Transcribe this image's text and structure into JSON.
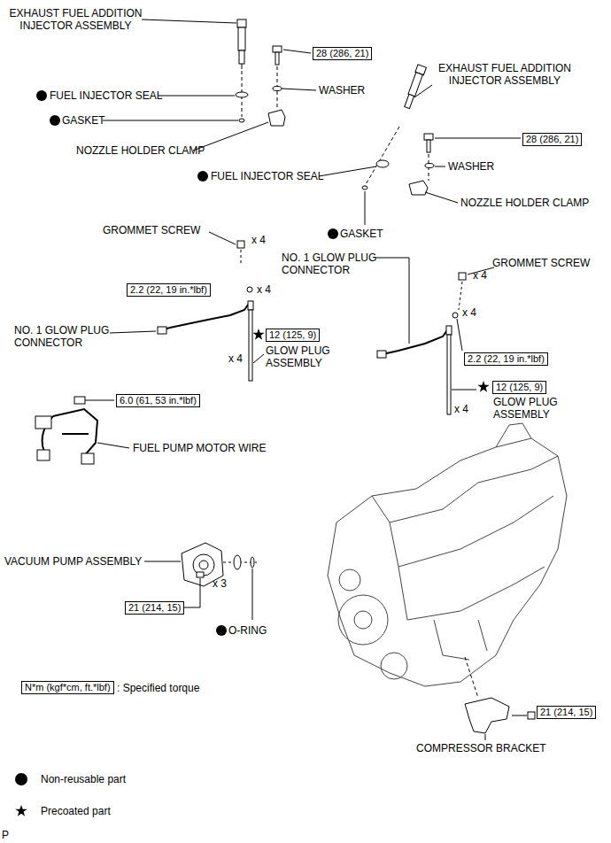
{
  "diagram": {
    "nodes": [
      {
        "text": [
          "28 (286, 21)"
        ]
      },
      {
        "text": [
          "28 (286, 21)"
        ]
      },
      {
        "text": [
          "2.2 (22, 19 in.*lbf)"
        ]
      },
      {
        "text": [
          "12 (125, 9)"
        ]
      },
      {
        "text": [
          "2.2 (22, 19 in.*lbf)"
        ]
      },
      {
        "text": [
          "12 (125, 9)"
        ]
      },
      {
        "text": [
          "6.0 (61, 53 in.*lbf)"
        ]
      },
      {
        "text": [
          "21 (214, 15)"
        ]
      },
      {
        "text": [
          "N*m (kgf*cm, ft.*lbf)"
        ]
      },
      {
        "text": [
          "21 (214, 15)"
        ]
      }
    ],
    "labels": [
      "EXHAUST FUEL ADDITION INJECTOR ASSEMBLY",
      "FUEL INJECTOR SEAL",
      "WASHER",
      "GASKET",
      "NOZZLE HOLDER CLAMP",
      "EXHAUST FUEL ADDITION INJECTOR ASSEMBLY",
      "FUEL INJECTOR SEAL",
      "WASHER",
      "NOZZLE HOLDER CLAMP",
      "GASKET",
      "GROMMET SCREW",
      "x 4",
      "x 4",
      "NO. 1 GLOW PLUG CONNECTOR",
      "GROMMET SCREW",
      "x 4",
      "x 4",
      "NO. 1 GLOW PLUG CONNECTOR",
      "x 4",
      "GLOW PLUG ASSEMBLY",
      "x 4",
      "GLOW PLUG ASSEMBLY",
      "FUEL PUMP MOTOR WIRE",
      "VACUUM PUMP ASSEMBLY",
      "x 3",
      "O-RING",
      "COMPRESSOR BRACKET",
      "P"
    ],
    "legend": [
      {
        "text": ": Specified torque"
      },
      {
        "text": "Non-reusable part"
      },
      {
        "text": "Precoated part"
      }
    ]
  }
}
